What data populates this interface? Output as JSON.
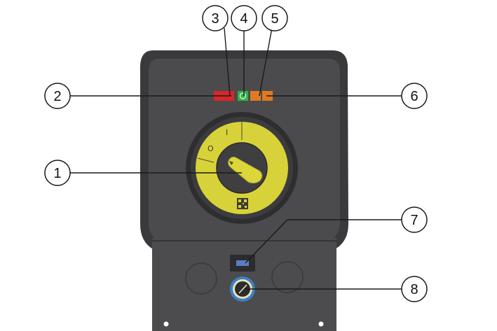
{
  "callouts": [
    {
      "id": "1",
      "label": "1"
    },
    {
      "id": "2",
      "label": "2"
    },
    {
      "id": "3",
      "label": "3"
    },
    {
      "id": "4",
      "label": "4"
    },
    {
      "id": "5",
      "label": "5"
    },
    {
      "id": "6",
      "label": "6"
    },
    {
      "id": "7",
      "label": "7"
    },
    {
      "id": "8",
      "label": "8"
    }
  ],
  "dial": {
    "off_mark": "O",
    "on_mark": "I"
  },
  "indicators": [
    {
      "name": "red-indicator",
      "color": "#d9262a"
    },
    {
      "name": "red-indicator-2",
      "color": "#d9262a"
    },
    {
      "name": "green-indicator",
      "color": "#34b24a"
    },
    {
      "name": "orange-indicator",
      "color": "#e07a22"
    },
    {
      "name": "orange-indicator-2",
      "color": "#e07a22"
    }
  ],
  "colors": {
    "housing": "#4b4b4d",
    "housing_frame": "#3a3a3c",
    "dial_ring": "#d8d23a",
    "dial_center": "#3f3f41",
    "knob": "#dcd63a",
    "usb_port": "#5a7fc2",
    "gauge_ring": "#3d7fc4"
  }
}
